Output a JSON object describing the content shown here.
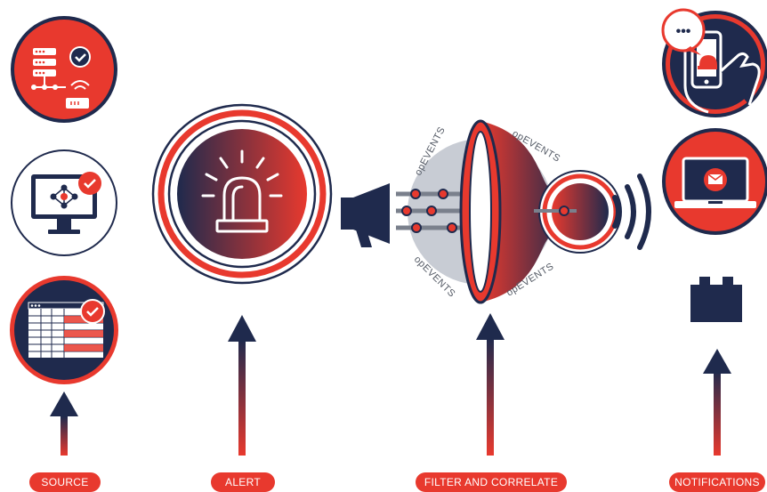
{
  "stages": {
    "source": "SOURCE",
    "alert": "ALERT",
    "filter": "FILTER AND CORRELATE",
    "notifications": "NOTIFICATIONS"
  },
  "funnel_labels": [
    "opEVENTS",
    "opEVENTS",
    "opEVENTS",
    "opEVENTS"
  ],
  "phone_bubble": "•••",
  "colors": {
    "red": "#e8392e",
    "navy": "#1f2a4d",
    "gray": "#c8ccd4",
    "white": "#ffffff"
  },
  "icons": {
    "source": [
      "server-network-icon",
      "monitor-network-icon",
      "spreadsheet-icon"
    ],
    "alert": "siren-icon",
    "filter": [
      "megaphone-icon",
      "funnel-icon",
      "signal-waves-icon"
    ],
    "notifications": [
      "phone-tap-icon",
      "laptop-mail-icon",
      "battery-icon"
    ]
  }
}
